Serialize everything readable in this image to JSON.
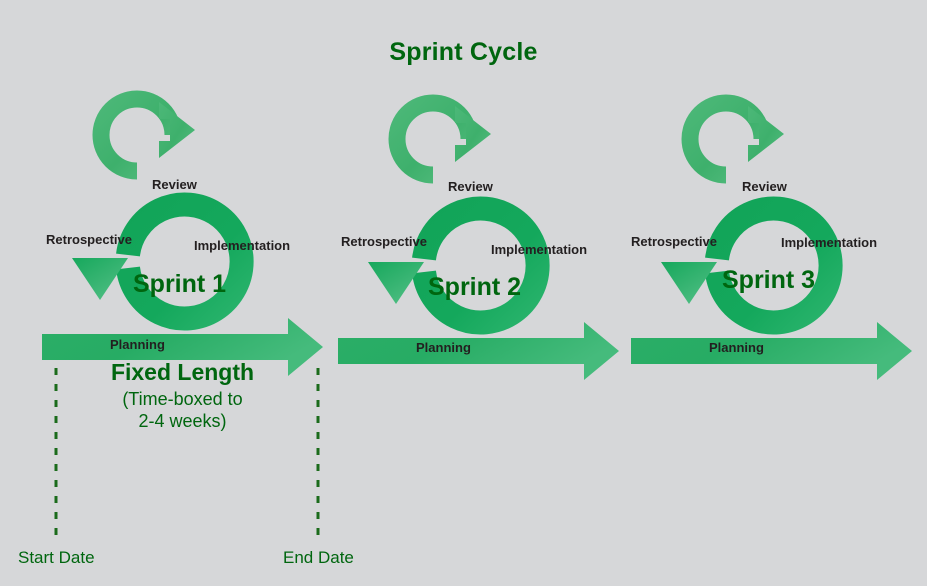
{
  "diagram": {
    "title": "Sprint Cycle",
    "background_color": "#d6d7d9",
    "accent_dark_green": "#00660f",
    "arrow_green_light": "#3fb06c",
    "arrow_green_dark": "#13a25a",
    "label_color": "#231f20"
  },
  "phase_labels": {
    "review": "Review",
    "retrospective": "Retrospective",
    "implementation": "Implementation",
    "planning": "Planning"
  },
  "sprints": [
    {
      "name": "Sprint 1",
      "review": "Review",
      "retrospective": "Retrospective",
      "implementation": "Implementation",
      "planning": "Planning"
    },
    {
      "name": "Sprint 2",
      "review": "Review",
      "retrospective": "Retrospective",
      "implementation": "Implementation",
      "planning": "Planning"
    },
    {
      "name": "Sprint 3",
      "review": "Review",
      "retrospective": "Retrospective",
      "implementation": "Implementation",
      "planning": "Planning"
    }
  ],
  "annotation": {
    "fixed_length_title": "Fixed Length",
    "fixed_length_sub_line1": "(Time-boxed to",
    "fixed_length_sub_line2": "2-4 weeks)",
    "start_date_label": "Start Date",
    "end_date_label": "End Date"
  }
}
